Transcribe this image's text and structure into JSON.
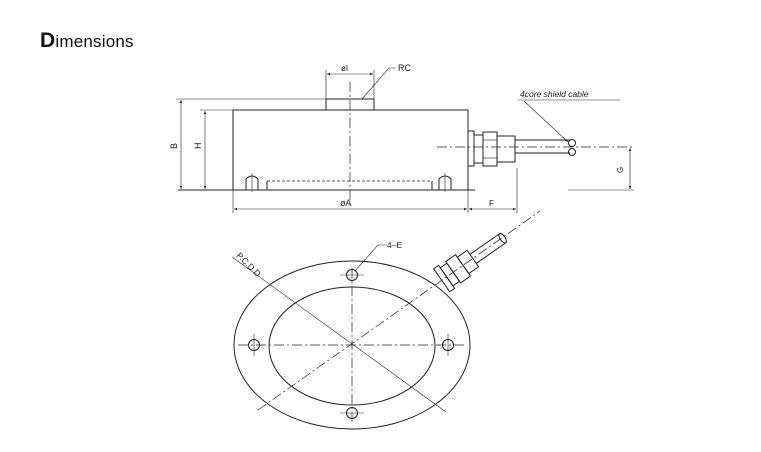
{
  "title": {
    "first_letter": "D",
    "rest": "imensions"
  },
  "side_view": {
    "labels": {
      "pin_dia": "øI",
      "rc": "RC",
      "cable": "4core shield cable",
      "b": "B",
      "h": "H",
      "a": "øA",
      "f": "F",
      "g": "G"
    }
  },
  "top_view": {
    "labels": {
      "holes": "4–E",
      "pcd": "P.C.D D"
    }
  }
}
